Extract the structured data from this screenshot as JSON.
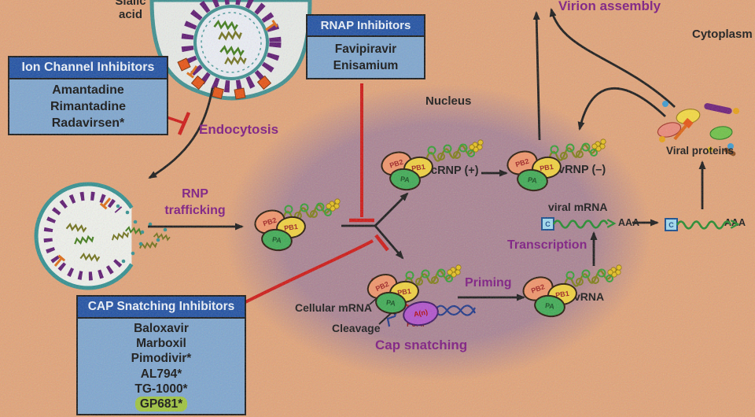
{
  "compartments": {
    "nucleus": "Nucleus",
    "cytoplasm": "Cytoplasm"
  },
  "process_labels": {
    "endocytosis": "Endocytosis",
    "rnp_trafficking": [
      "RNP",
      "trafficking"
    ],
    "transcription": "Transcription",
    "priming": "Priming",
    "cap_snatching": "Cap snatching",
    "virion_assembly": "Virion assembly",
    "cleavage": "Cleavage"
  },
  "inhibitor_boxes": {
    "ion_channel": {
      "title": "Ion Channel Inhibitors",
      "drugs": [
        "Amantadine",
        "Rimantadine",
        "Radavirsen*"
      ]
    },
    "rnap": {
      "title": "RNAP Inhibitors",
      "drugs": [
        "Favipiravir",
        "Enisamium"
      ]
    },
    "cap_snatching": {
      "title": "CAP Snatching Inhibitors",
      "drugs": [
        "Baloxavir",
        "Marboxil",
        "Pimodivir*",
        "AL794*",
        "TG-1000*",
        "GP681*"
      ],
      "highlighted_drug": "GP681*"
    }
  },
  "molecules": {
    "sialic_acid": [
      "Sialic",
      "acid"
    ],
    "crnp": "cRNP (+)",
    "vrnp": "vRNP (–)",
    "viral_mrna": "viral mRNA",
    "vrna": "vRNA",
    "cellular_mrna": "Cellular mRNA",
    "viral_proteins": "Viral proteins",
    "pol_ii": "Pol II",
    "pol_ii_tail": "A(n)",
    "cap": "C",
    "poly_a": "AAA",
    "pb2": "PB2",
    "pb1": "PB1",
    "pa": "PA"
  },
  "colors": {
    "background": "#e3a377",
    "nucleus": "#ab8494",
    "box_header_blue": "#1c4ea3",
    "box_body_blue": "#7da6d0",
    "label_purple": "#7c1580",
    "inhibition_red": "#cf1310",
    "highlight_green": "#9ec43a",
    "mrna_green": "#1d8a28",
    "pb2_fill": "#f29469",
    "pb1_fill": "#f2d23c",
    "pa_fill": "#3cab52"
  }
}
